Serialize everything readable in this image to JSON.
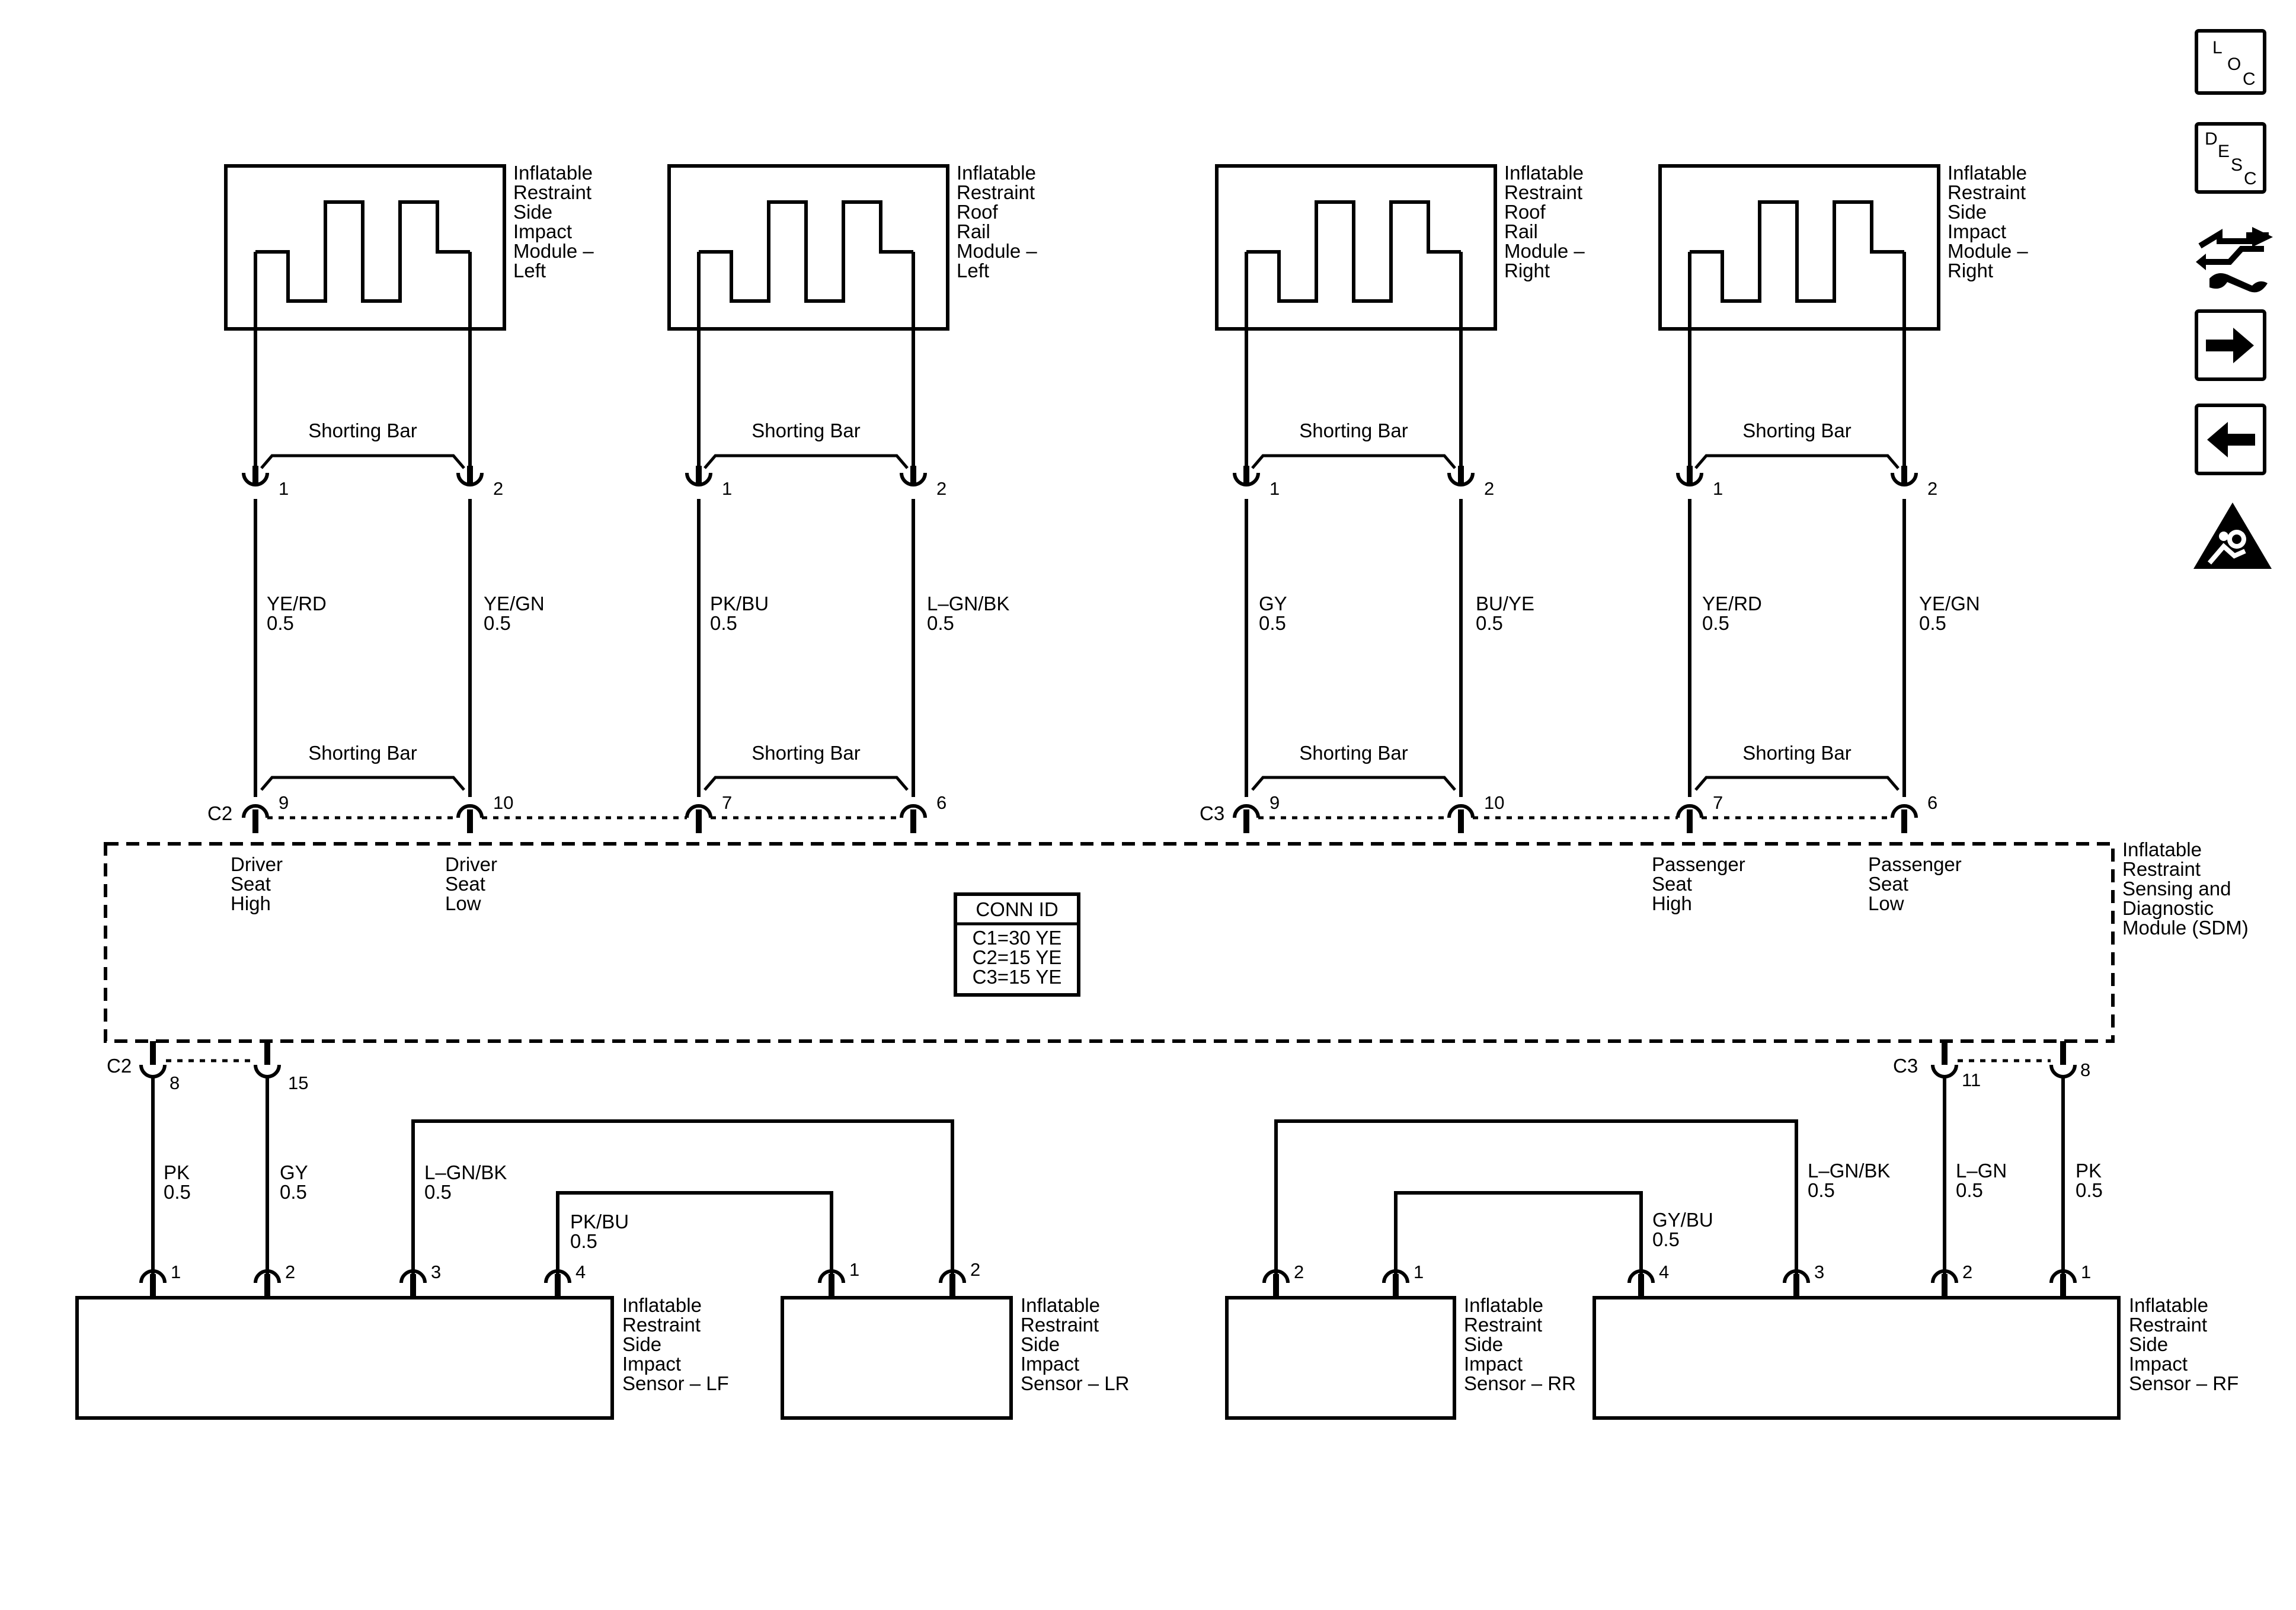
{
  "restraint_modules": [
    {
      "id": "sim-left",
      "label_lines": [
        "Inflatable",
        "Restraint",
        "Side",
        "Impact",
        "Module –",
        "Left"
      ]
    },
    {
      "id": "rrm-left",
      "label_lines": [
        "Inflatable",
        "Restraint",
        "Roof",
        "Rail",
        "Module –",
        "Left"
      ]
    },
    {
      "id": "rrm-right",
      "label_lines": [
        "Inflatable",
        "Restraint",
        "Roof",
        "Rail",
        "Module –",
        "Right"
      ]
    },
    {
      "id": "sim-right",
      "label_lines": [
        "Inflatable",
        "Restraint",
        "Side",
        "Impact",
        "Module –",
        "Right"
      ]
    }
  ],
  "shorting_bar_label": "Shorting Bar",
  "module_pins": {
    "first": "1",
    "second": "2"
  },
  "upper_wires": [
    {
      "color": "YE/RD",
      "gauge": "0.5"
    },
    {
      "color": "YE/GN",
      "gauge": "0.5"
    },
    {
      "color": "PK/BU",
      "gauge": "0.5"
    },
    {
      "color": "L–GN/BK",
      "gauge": "0.5"
    },
    {
      "color": "GY",
      "gauge": "0.5"
    },
    {
      "color": "BU/YE",
      "gauge": "0.5"
    },
    {
      "color": "YE/RD",
      "gauge": "0.5"
    },
    {
      "color": "YE/GN",
      "gauge": "0.5"
    }
  ],
  "sdm_top": {
    "c2": "C2",
    "c3": "C3",
    "pins": [
      "9",
      "10",
      "7",
      "6",
      "9",
      "10",
      "7",
      "6"
    ],
    "functions": [
      {
        "lines": [
          "Driver",
          "Seat",
          "High"
        ]
      },
      {
        "lines": [
          "Driver",
          "Seat",
          "Low"
        ]
      },
      {
        "lines": [
          "Passenger",
          "Seat",
          "High"
        ]
      },
      {
        "lines": [
          "Passenger",
          "Seat",
          "Low"
        ]
      }
    ]
  },
  "sdm": {
    "label_lines": [
      "Inflatable",
      "Restraint",
      "Sensing and",
      "Diagnostic",
      "Module (SDM)"
    ],
    "conn_id": {
      "title": "CONN ID",
      "rows": [
        "C1=30 YE",
        "C2=15 YE",
        "C3=15 YE"
      ]
    }
  },
  "sdm_bottom": {
    "c2": "C2",
    "c3": "C3",
    "pins": [
      "8",
      "15",
      "11",
      "8"
    ]
  },
  "lower_wires": [
    {
      "color": "PK",
      "gauge": "0.5"
    },
    {
      "color": "GY",
      "gauge": "0.5"
    },
    {
      "color": "L–GN/BK",
      "gauge": "0.5"
    },
    {
      "color": "PK/BU",
      "gauge": "0.5"
    },
    {
      "color": "GY/BU",
      "gauge": "0.5"
    },
    {
      "color": "L–GN/BK",
      "gauge": "0.5"
    },
    {
      "color": "L–GN",
      "gauge": "0.5"
    },
    {
      "color": "PK",
      "gauge": "0.5"
    }
  ],
  "sensors": [
    {
      "id": "lf",
      "label_lines": [
        "Inflatable",
        "Restraint",
        "Side",
        "Impact",
        "Sensor – LF"
      ],
      "pins": [
        "1",
        "2",
        "3",
        "4"
      ]
    },
    {
      "id": "lr",
      "label_lines": [
        "Inflatable",
        "Restraint",
        "Side",
        "Impact",
        "Sensor – LR"
      ],
      "pins": [
        "1",
        "2"
      ]
    },
    {
      "id": "rr",
      "label_lines": [
        "Inflatable",
        "Restraint",
        "Side",
        "Impact",
        "Sensor – RR"
      ],
      "pins": [
        "2",
        "1"
      ]
    },
    {
      "id": "rf",
      "label_lines": [
        "Inflatable",
        "Restraint",
        "Side",
        "Impact",
        "Sensor – RF"
      ],
      "pins": [
        "4",
        "3",
        "2",
        "1"
      ]
    }
  ],
  "nav": {
    "loc": {
      "l": "L",
      "o": "O",
      "c": "C"
    },
    "desc": {
      "d": "D",
      "e": "E",
      "s": "S",
      "c": "C"
    }
  }
}
